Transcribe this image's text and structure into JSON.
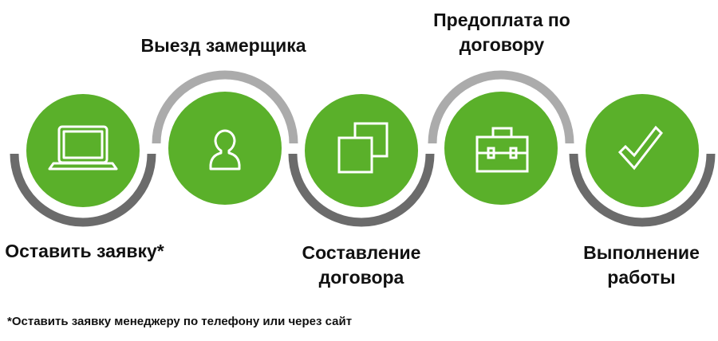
{
  "colors": {
    "green": "#5ab02a",
    "arc_dark": "#6b6b6b",
    "arc_light": "#ababab",
    "icon_stroke": "#ffffff"
  },
  "steps": [
    {
      "label": "Оставить заявку*",
      "icon": "laptop-icon"
    },
    {
      "label": "Выезд замерщика",
      "icon": "user-icon"
    },
    {
      "label": "Составление\nдоговора",
      "icon": "documents-icon"
    },
    {
      "label": "Предоплата по\nдоговору",
      "icon": "briefcase-icon"
    },
    {
      "label": "Выполнение\nработы",
      "icon": "checkmark-icon"
    }
  ],
  "footnote": "*Оставить заявку менеджеру по телефону или через сайт"
}
